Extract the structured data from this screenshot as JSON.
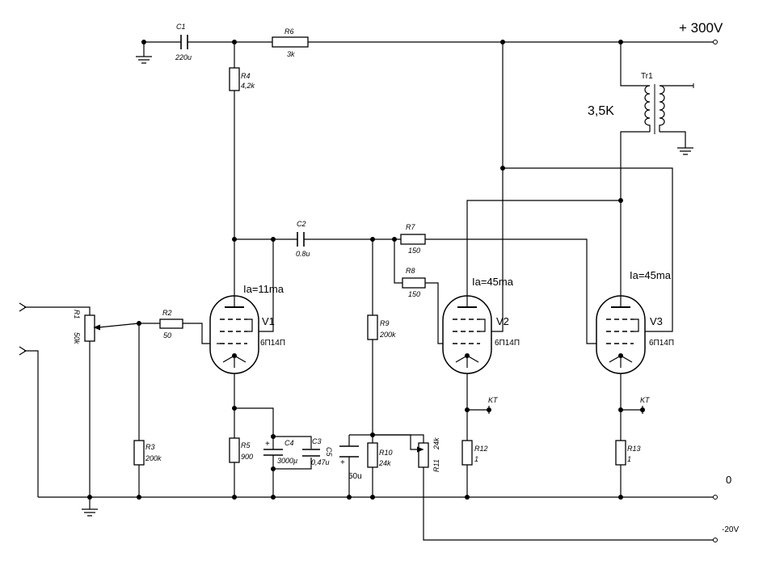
{
  "rails": {
    "plus300": "+ 300V",
    "zero": "0",
    "minus20": "-20V"
  },
  "transformer": {
    "ref": "Tr1",
    "impedance": "3,5K"
  },
  "tubes": [
    {
      "ref": "V1",
      "type": "6П14П",
      "current": "Ia=11ma"
    },
    {
      "ref": "V2",
      "type": "6П14П",
      "current": "Ia=45ma"
    },
    {
      "ref": "V3",
      "type": "6П14П",
      "current": "Ia=45ma"
    }
  ],
  "capacitors": {
    "C1": {
      "ref": "C1",
      "value": "220u"
    },
    "C2": {
      "ref": "C2",
      "value": "0.8u"
    },
    "C3": {
      "ref": "C3",
      "value": "0,47u"
    },
    "C4": {
      "ref": "C4",
      "value": "3000µ"
    },
    "C5": {
      "ref": "C5",
      "value": "50u"
    }
  },
  "resistors": {
    "R1": {
      "ref": "R1",
      "value": "50k"
    },
    "R2": {
      "ref": "R2",
      "value": "50"
    },
    "R3": {
      "ref": "R3",
      "value": "200k"
    },
    "R4": {
      "ref": "R4",
      "value": "4,2k"
    },
    "R5": {
      "ref": "R5",
      "value": "900"
    },
    "R6": {
      "ref": "R6",
      "value": "3k"
    },
    "R7": {
      "ref": "R7",
      "value": "150"
    },
    "R8": {
      "ref": "R8",
      "value": "150"
    },
    "R9": {
      "ref": "R9",
      "value": "200k"
    },
    "R10": {
      "ref": "R10",
      "value": "24k"
    },
    "R11": {
      "ref": "R11",
      "value": "24k"
    },
    "R12": {
      "ref": "R12",
      "value": "1"
    },
    "R13": {
      "ref": "R13",
      "value": "1"
    }
  },
  "test_points": {
    "label": "KT"
  }
}
